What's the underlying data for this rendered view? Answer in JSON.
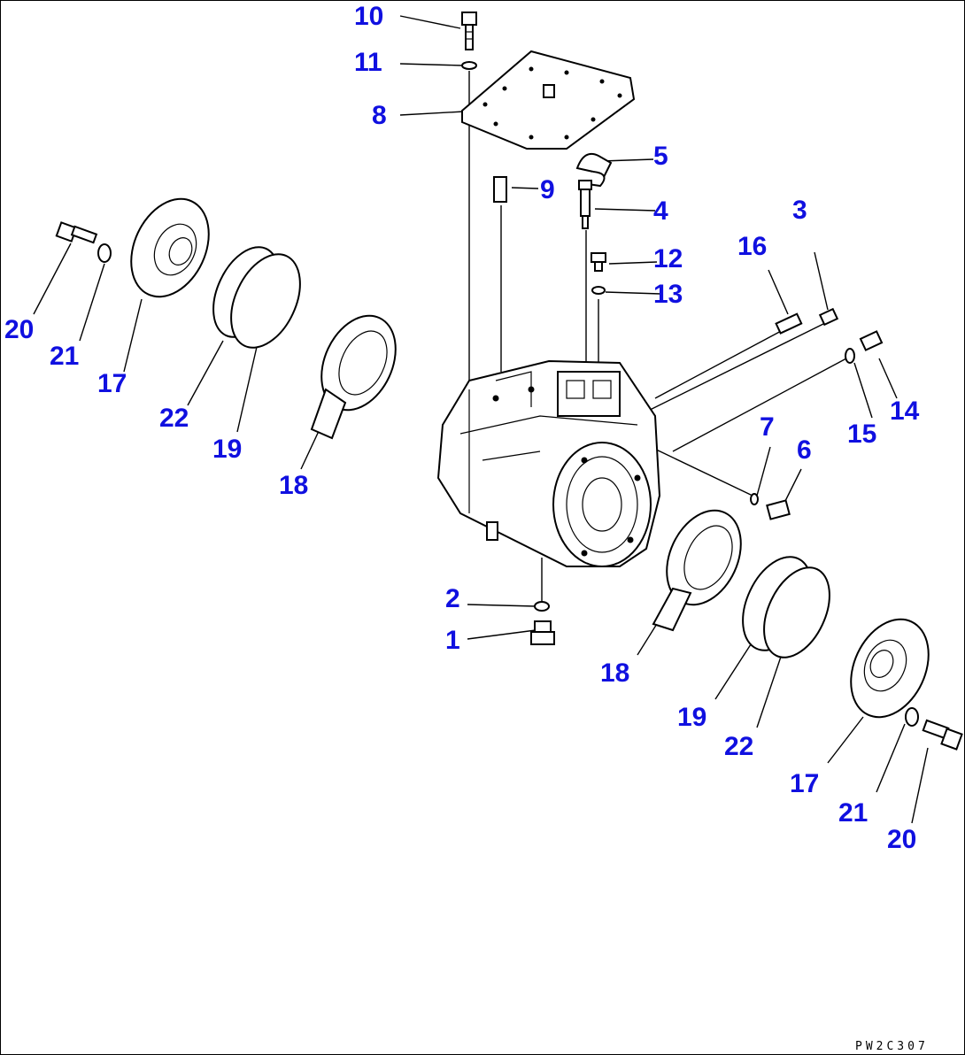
{
  "labels": {
    "p1": "1",
    "p2": "2",
    "p3": "3",
    "p4": "4",
    "p5": "5",
    "p6": "6",
    "p7": "7",
    "p8": "8",
    "p9": "9",
    "p10": "10",
    "p11": "11",
    "p12": "12",
    "p13": "13",
    "p14": "14",
    "p15": "15",
    "p16": "16",
    "p17": "17",
    "p18": "18",
    "p19": "19",
    "p20": "20",
    "p21": "21",
    "p22": "22"
  },
  "drawing_code": "PW2C307",
  "colors": {
    "label": "#1010e0",
    "line": "#000000"
  }
}
